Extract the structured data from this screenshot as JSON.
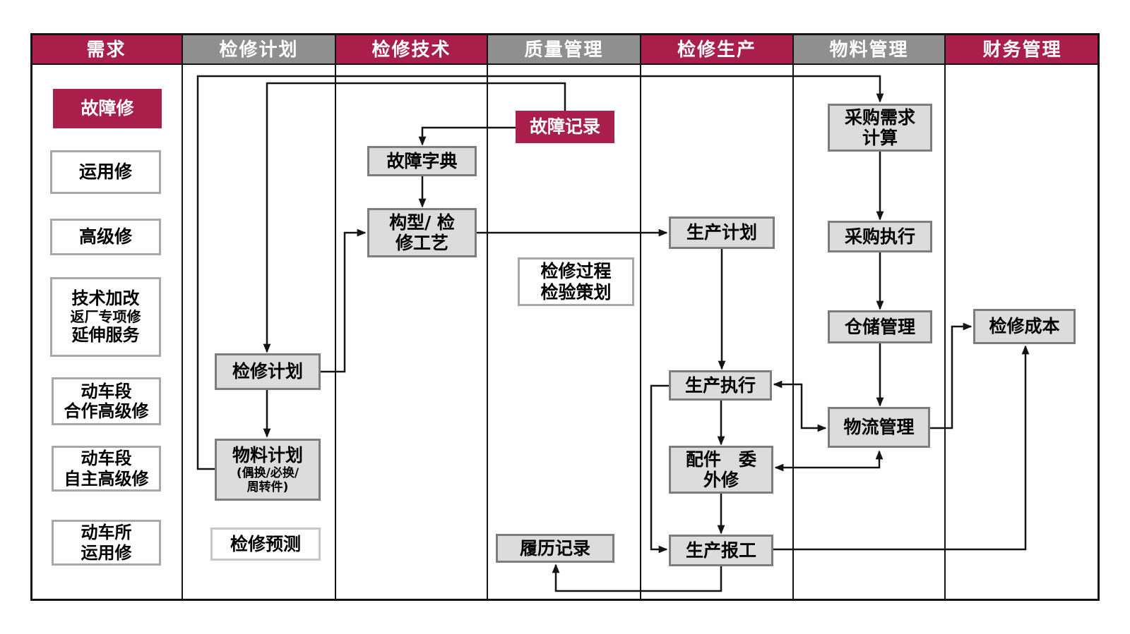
{
  "diagram": {
    "colors": {
      "accent": "#A91E4B",
      "header_gray": "#8F8F8F",
      "box_fill": "#DCDCDC",
      "box_border": "#7D7D7D",
      "white_box_border": "#A8A8A8",
      "forecast_border": "#C6C6C6",
      "line": "#141414"
    },
    "lanes": [
      {
        "id": "demand",
        "label": "需求",
        "color": "crimson"
      },
      {
        "id": "maintenance-planning",
        "label": "检修计划",
        "color": "gray"
      },
      {
        "id": "maintenance-technology",
        "label": "检修技术",
        "color": "crimson"
      },
      {
        "id": "quality-management",
        "label": "质量管理",
        "color": "gray"
      },
      {
        "id": "maintenance-production",
        "label": "检修生产",
        "color": "crimson"
      },
      {
        "id": "material-management",
        "label": "物料管理",
        "color": "gray"
      },
      {
        "id": "finance-management",
        "label": "财务管理",
        "color": "crimson"
      }
    ],
    "nodes": {
      "fault_repair": "故障修",
      "operational_repair": "运用修",
      "advanced_repair": "高级修",
      "tech_modification": {
        "lines": [
          "技术加改",
          "返厂专项修",
          "延伸服务"
        ]
      },
      "depot_coop": "动车段\n合作高级修",
      "depot_self": "动车段\n自主高级修",
      "depot_operational": "动车所\n运用修",
      "maintenance_plan": "检修计划",
      "material_plan": {
        "main": "物料计划",
        "sub": "(偶换/必换/\n周转件)"
      },
      "maintenance_forecast": "检修预测",
      "fault_dictionary": "故障字典",
      "config_process": "构型/ 检\n修工艺",
      "fault_record": "故障记录",
      "inspection_planning": "检修过程\n检验策划",
      "history_record": "履历记录",
      "production_plan": "生产计划",
      "production_execution": "生产执行",
      "parts_outsourcing": "配件　委\n外修",
      "production_reporting": "生产报工",
      "purchase_calc": "采购需求\n计算",
      "purchase_exec": "采购执行",
      "warehouse": "仓储管理",
      "logistics": "物流管理",
      "maintenance_cost": "检修成本"
    },
    "edges": [
      {
        "id": "e1",
        "from": "material-plan",
        "to": "purchase-demand-calc"
      },
      {
        "id": "e2",
        "from": "fault-record",
        "to": "maintenance-plan"
      },
      {
        "id": "e3",
        "from": "fault-record",
        "to": "fault-dictionary"
      },
      {
        "id": "e4",
        "from": "fault-dictionary",
        "to": "config-process"
      },
      {
        "id": "e5",
        "from": "maintenance-plan",
        "to": "config-process"
      },
      {
        "id": "e19",
        "from": "maintenance-plan",
        "to": "material-plan"
      },
      {
        "id": "e6",
        "from": "config-process",
        "to": "production-plan"
      },
      {
        "id": "e7",
        "from": "production-plan",
        "to": "production-execution"
      },
      {
        "id": "e8",
        "from": "production-execution",
        "to": "parts-outsource-repair"
      },
      {
        "id": "e9",
        "from": "parts-outsource-repair",
        "to": "production-reporting"
      },
      {
        "id": "e10",
        "from": "production-execution",
        "to": "production-reporting"
      },
      {
        "id": "e11",
        "from": "production-reporting",
        "to": "history-record"
      },
      {
        "id": "e12",
        "from": "production-reporting",
        "to": "maintenance-cost"
      },
      {
        "id": "e13",
        "from": "logistics-mgmt",
        "to": "maintenance-cost"
      },
      {
        "id": "e14",
        "from": "purchase-demand-calc",
        "to": "purchase-execution"
      },
      {
        "id": "e15",
        "from": "purchase-execution",
        "to": "warehouse-mgmt"
      },
      {
        "id": "e16",
        "from": "warehouse-mgmt",
        "to": "logistics-mgmt"
      },
      {
        "id": "e17",
        "from": "logistics-mgmt",
        "to": "production-execution",
        "dir": "both"
      },
      {
        "id": "e18",
        "from": "logistics-mgmt",
        "to": "parts-outsource-repair",
        "dir": "both"
      }
    ]
  }
}
